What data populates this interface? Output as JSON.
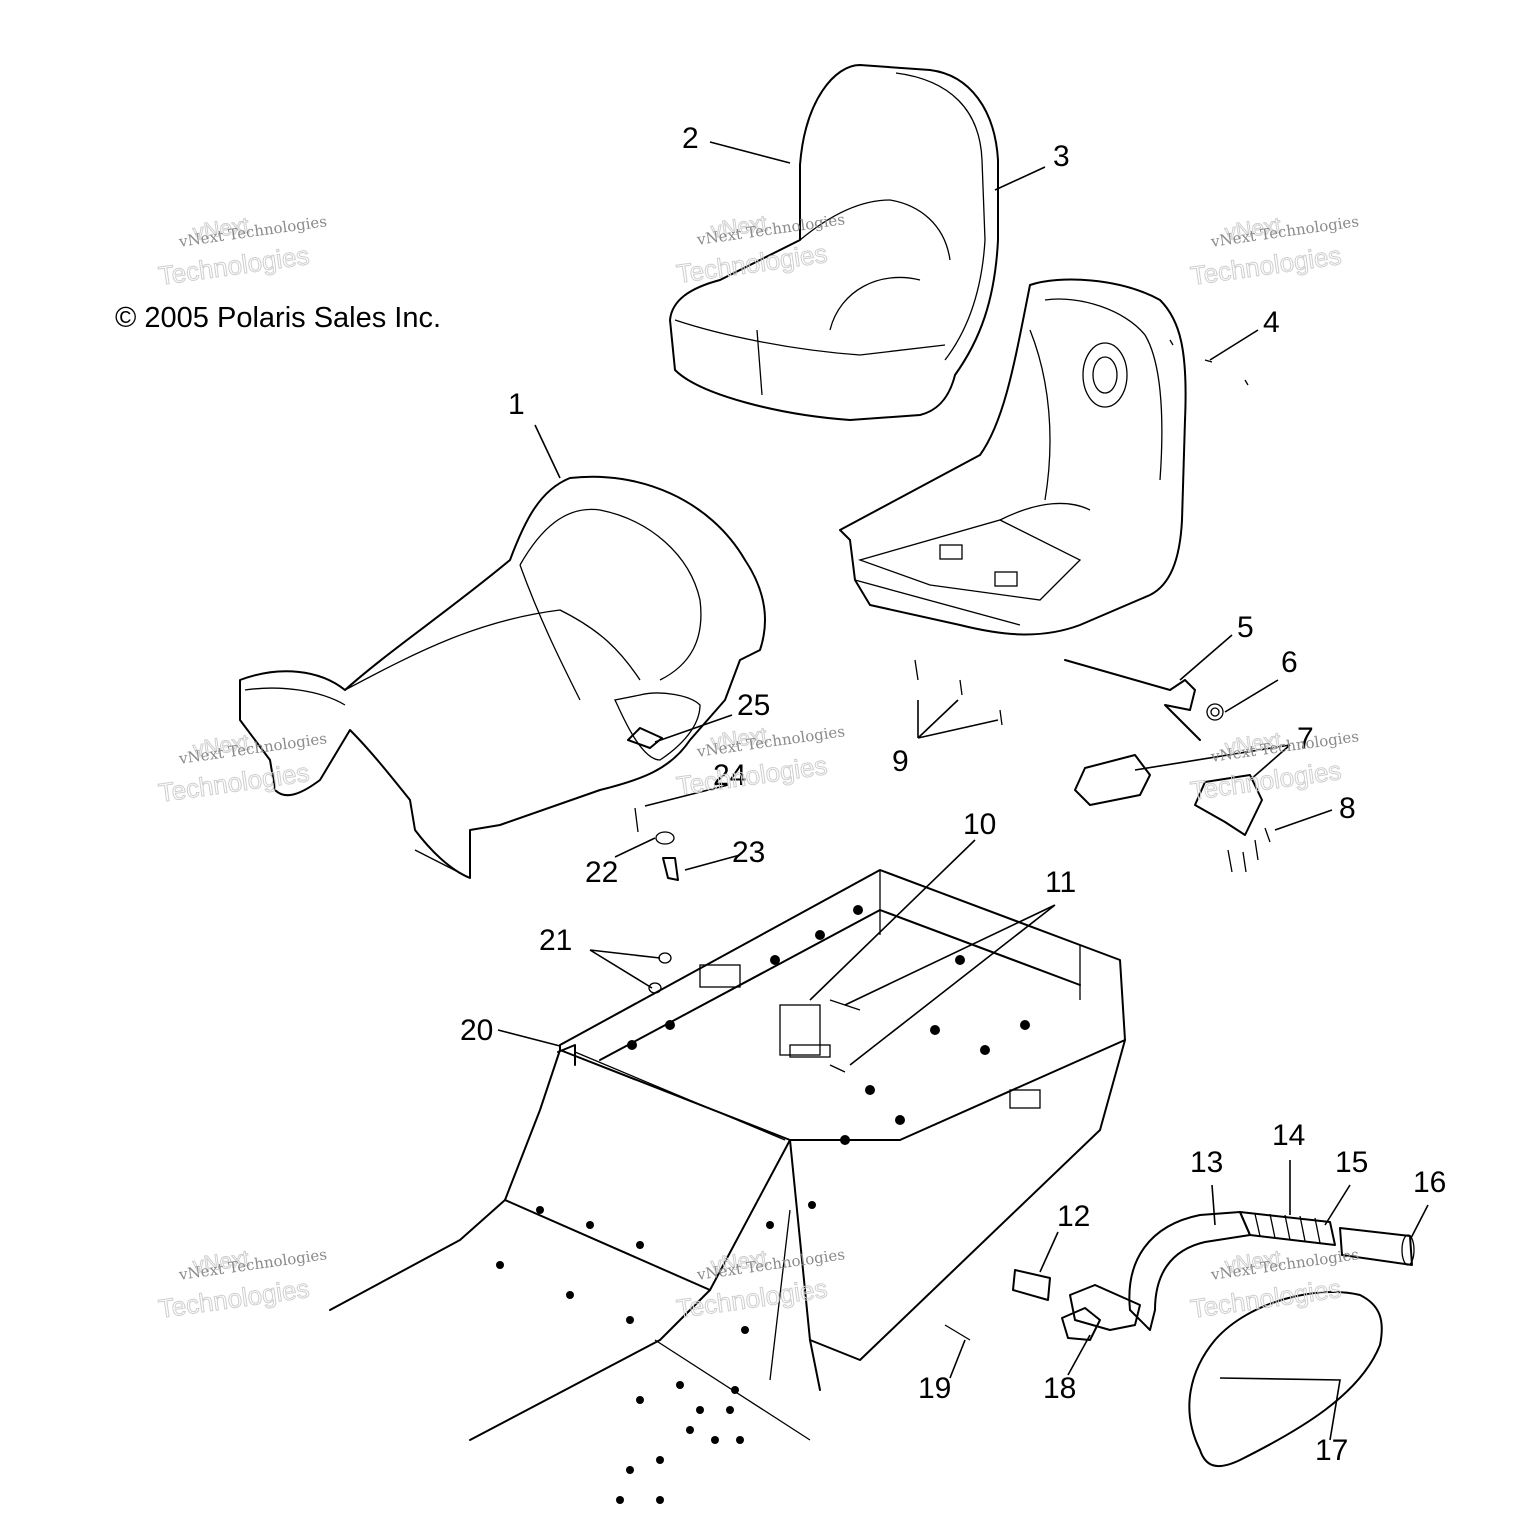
{
  "copyright": "© 2005 Polaris Sales Inc.",
  "watermark": {
    "small": "vNext Technologies",
    "large": "Technologies",
    "top": "vNext"
  },
  "callouts": [
    "1",
    "2",
    "3",
    "4",
    "5",
    "6",
    "7",
    "8",
    "9",
    "10",
    "11",
    "12",
    "13",
    "14",
    "15",
    "16",
    "17",
    "18",
    "19",
    "20",
    "21",
    "22",
    "23",
    "24",
    "25"
  ]
}
